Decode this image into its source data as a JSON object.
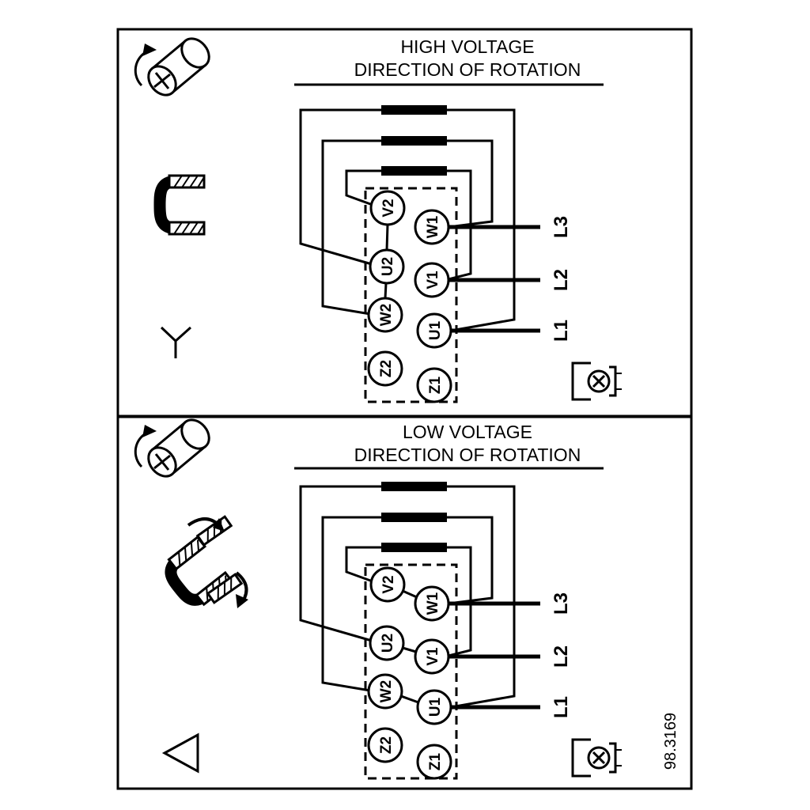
{
  "figure_number": "98.3169",
  "panels": {
    "high": {
      "title_line1": "HIGH VOLTAGE",
      "title_line2": "DIRECTION OF ROTATION",
      "connection_symbol": "star"
    },
    "low": {
      "title_line1": "LOW VOLTAGE",
      "title_line2": "DIRECTION OF ROTATION",
      "connection_symbol": "delta"
    }
  },
  "terminal_block": {
    "left_column": [
      "V2",
      "U2",
      "W2",
      "Z2"
    ],
    "right_column": [
      "W1",
      "V1",
      "U1",
      "Z1"
    ]
  },
  "supply_lines": [
    "L3",
    "L2",
    "L1"
  ],
  "icons": {
    "top_left": "screw-icon",
    "high_panel": [
      "terminal-link-icon",
      "star-symbol"
    ],
    "low_panel": [
      "link-repositioning-icon",
      "delta-symbol"
    ],
    "bottom_right": "earth-terminal-icon"
  },
  "colors": {
    "line": "#000000",
    "background": "#ffffff"
  }
}
